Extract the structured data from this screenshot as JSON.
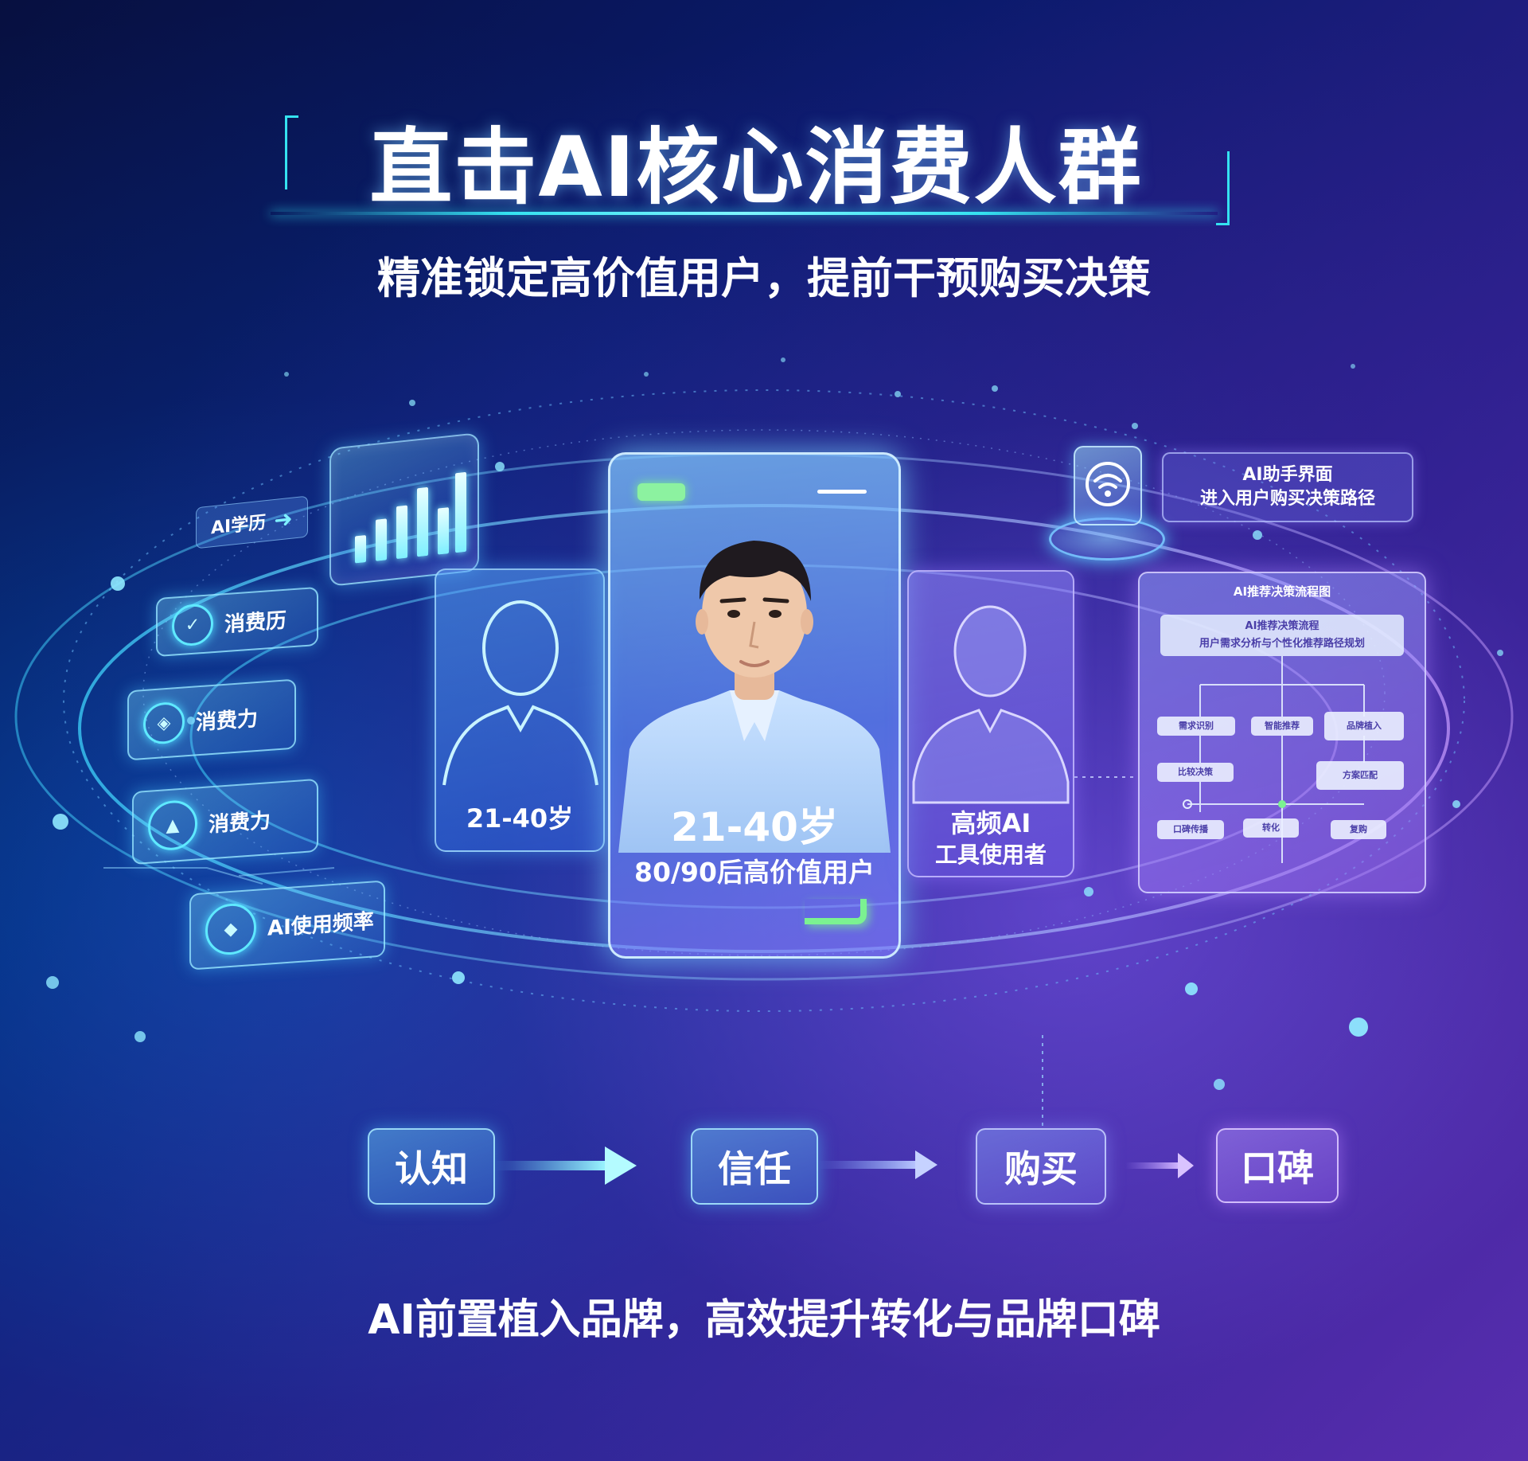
{
  "title": "直击AI核心消费人群",
  "subtitle": "精准锁定高价值用户，提前干预购买决策",
  "left_panel": {
    "ai_history_label": "AI学历",
    "tags": [
      {
        "label": "消费历",
        "icon": "shield-check-icon"
      },
      {
        "label": "消费力",
        "icon": "wallet-icon"
      },
      {
        "label": "消费力",
        "icon": "growth-icon"
      },
      {
        "label": "AI使用频率",
        "icon": "activity-icon"
      }
    ]
  },
  "profiles": {
    "left_label": "21-40岁",
    "main_age": "21-40岁",
    "main_desc": "80/90后高价值用户",
    "right_label_line1": "高频AI",
    "right_label_line2": "工具使用者"
  },
  "assistant": {
    "line1": "AI助手界面",
    "line2": "进入用户购买决策路径"
  },
  "flow_card": {
    "title": "AI推荐决策流程图",
    "header_line1": "AI推荐决策流程",
    "header_line2": "用户需求分析与个性化推荐路径规划",
    "nodes": [
      "需求识别",
      "智能推荐",
      "品牌植入",
      "比较决策",
      "方案匹配",
      "转化",
      "口碑传播",
      "复购"
    ]
  },
  "journey": {
    "steps": [
      "认知",
      "信任",
      "购买",
      "口碑"
    ]
  },
  "footer": "AI前置植入品牌，高效提升转化与品牌口碑",
  "colors": {
    "accent_cyan": "#35e2f0",
    "accent_green": "#7bf291",
    "accent_purple": "#8b5cf6",
    "background_deep": "#0a0f3f"
  }
}
